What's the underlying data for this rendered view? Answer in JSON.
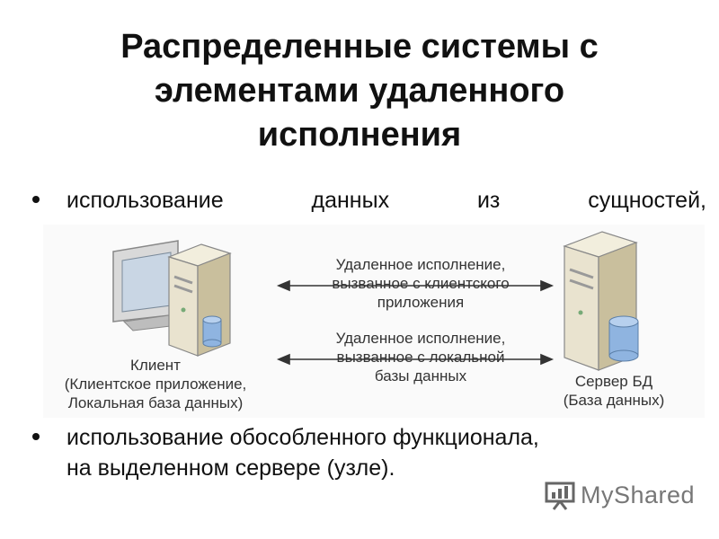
{
  "slide": {
    "title_lines": [
      "Распределенные системы с",
      "элементами удаленного",
      "исполнения"
    ],
    "bullet1_words": [
      "использование",
      "данных",
      "из",
      "сущностей,"
    ],
    "bullet2_lines": [
      "использование обособленного функционала,",
      "на выделенном сервере (узле)."
    ]
  },
  "diagram": {
    "client_label": [
      "Клиент",
      "(Клиентское приложение,",
      "Локальная база данных)"
    ],
    "server_label": [
      "Сервер БД",
      "(База данных)"
    ],
    "arrow1_label": [
      "Удаленное исполнение,",
      "вызванное с клиентского",
      "приложения"
    ],
    "arrow2_label": [
      "Удаленное исполнение,",
      "вызванное с локальной",
      "базы данных"
    ]
  },
  "logo": {
    "text": "MyShared"
  },
  "colors": {
    "server_body": "#e9e3cf",
    "server_side": "#c9bf9d",
    "db_cylinder": "#8fb4e0",
    "monitor_screen": "#c9d6e4"
  }
}
